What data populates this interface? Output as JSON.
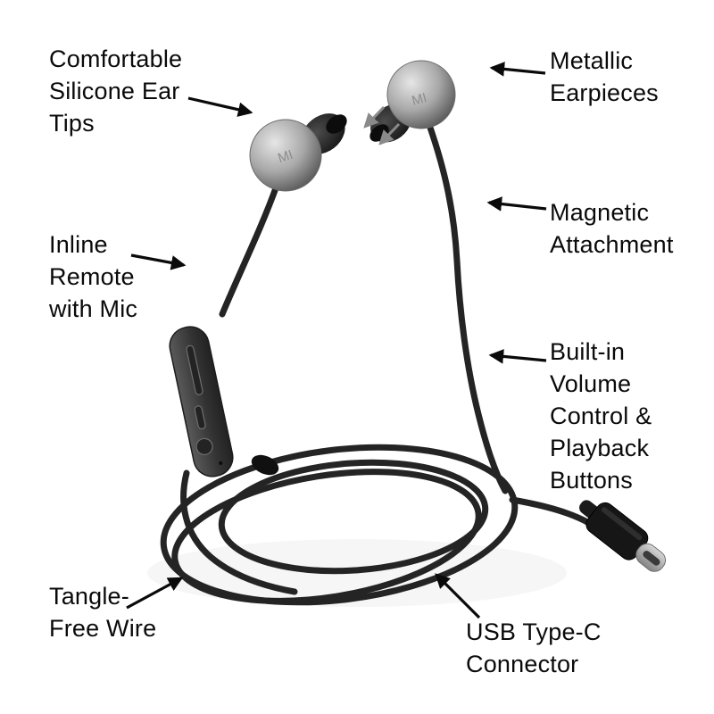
{
  "labels": {
    "ear_tips": "Comfortable Silicone Ear Tips",
    "metallic_earpieces": "Metallic Earpieces",
    "magnetic_attachment": "Magnetic Attachment",
    "inline_remote": "Inline Remote with Mic",
    "volume_control": "Built-in Volume Control & Playback Buttons",
    "tangle_free_wire": "Tangle-Free Wire",
    "usb_type_c": "USB Type-C Connector"
  },
  "product": {
    "brand_logo": "MI"
  },
  "colors": {
    "background": "#ffffff",
    "wire": "#242424",
    "metallic_body": "#a8a8a8",
    "silicone_tip": "#141414",
    "label_text": "#0a0a0a",
    "hint_arrow_gray": "#8a8a8a"
  }
}
